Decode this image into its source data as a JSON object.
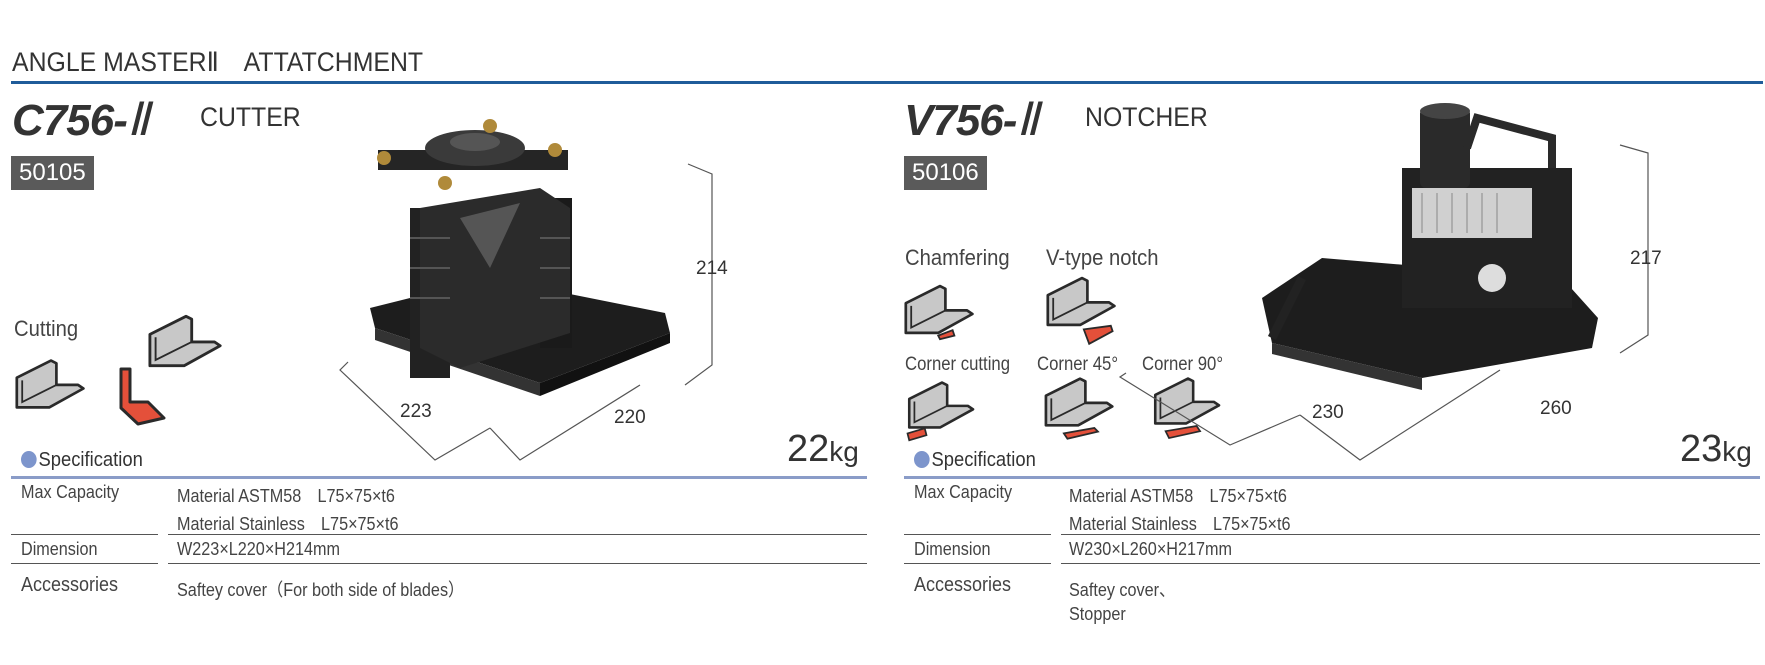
{
  "header": {
    "title": "ANGLE MASTERⅡ　ATTATCHMENT"
  },
  "products": [
    {
      "model": "C756-",
      "roman": "Ⅱ",
      "kind": "CUTTER",
      "code": "50105",
      "operations": [
        "Cutting"
      ],
      "dims": {
        "height": "214",
        "width": "223",
        "length": "220"
      },
      "weight": "22",
      "weight_unit": "kg",
      "spec_title": "Specification",
      "spec": {
        "max_capacity_label": "Max Capacity",
        "max_capacity": [
          "Material ASTM58　L75×75×t6",
          "Material Stainless　L75×75×t6"
        ],
        "dimension_label": "Dimension",
        "dimension": "W223×L220×H214mm",
        "accessories_label": "Accessories",
        "accessories": [
          "Saftey cover（For both side of blades）"
        ]
      }
    },
    {
      "model": "V756-",
      "roman": "Ⅱ",
      "kind": "NOTCHER",
      "code": "50106",
      "operations": [
        "Chamfering",
        "V-type notch",
        "Corner cutting",
        "Corner 45°",
        "Corner 90°"
      ],
      "dims": {
        "height": "217",
        "width": "230",
        "length": "260"
      },
      "weight": "23",
      "weight_unit": "kg",
      "spec_title": "Specification",
      "spec": {
        "max_capacity_label": "Max Capacity",
        "max_capacity": [
          "Material ASTM58　L75×75×t6",
          "Material Stainless　L75×75×t6"
        ],
        "dimension_label": "Dimension",
        "dimension": "W230×L260×H217mm",
        "accessories_label": "Accessories",
        "accessories": [
          "Saftey cover、",
          "Stopper"
        ]
      }
    }
  ],
  "colors": {
    "accent": "#1f5c9a",
    "badge": "#5a5a5a",
    "cut_piece": "#e4503a",
    "angle": "#c8c8c8"
  }
}
